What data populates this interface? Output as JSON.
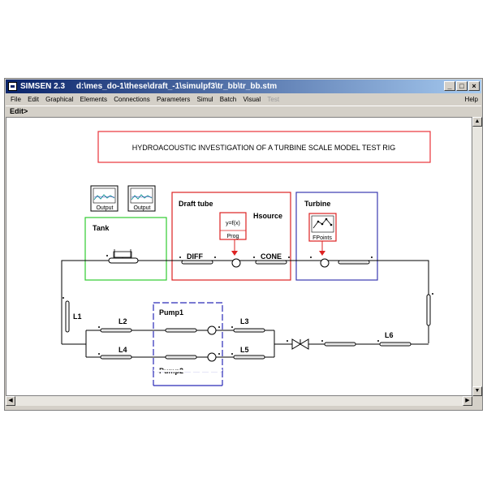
{
  "window": {
    "title": "SIMSEN 2.3     d:\\mes_do-1\\these\\draft_-1\\simulpf3\\tr_bb\\tr_bb.stm",
    "buttons": {
      "minimize": "_",
      "maximize": "□",
      "close": "×"
    }
  },
  "menu": {
    "items": [
      "File",
      "Edit",
      "Graphical",
      "Elements",
      "Connections",
      "Parameters",
      "Simul",
      "Batch",
      "Visual"
    ],
    "disabled_item": "Test",
    "help": "Help"
  },
  "mode_label": "Edit>",
  "diagram": {
    "title": "HYDROACOUSTIC INVESTIGATION OF A TURBINE SCALE MODEL TEST RIG",
    "output_label": "Output",
    "groups": {
      "tank": "Tank",
      "draft_tube": "Draft tube",
      "hsource": "Hsource",
      "turbine": "Turbine",
      "pump1": "Pump1",
      "pump2": "Pump2"
    },
    "labels": {
      "diff": "DIFF",
      "cone": "CONE",
      "l1": "L1",
      "l2": "L2",
      "l3": "L3",
      "l4": "L4",
      "l5": "L5",
      "l6": "L6"
    },
    "func_block": {
      "formula": "y=f(x)",
      "name": "Prog"
    },
    "fpoints": "FPoints",
    "colors": {
      "title": "#e8333a",
      "tank": "#2fcc2f",
      "draft_tube": "#dd2222",
      "turbine": "#3a3ab0",
      "pump": "#2a2ab8"
    }
  }
}
